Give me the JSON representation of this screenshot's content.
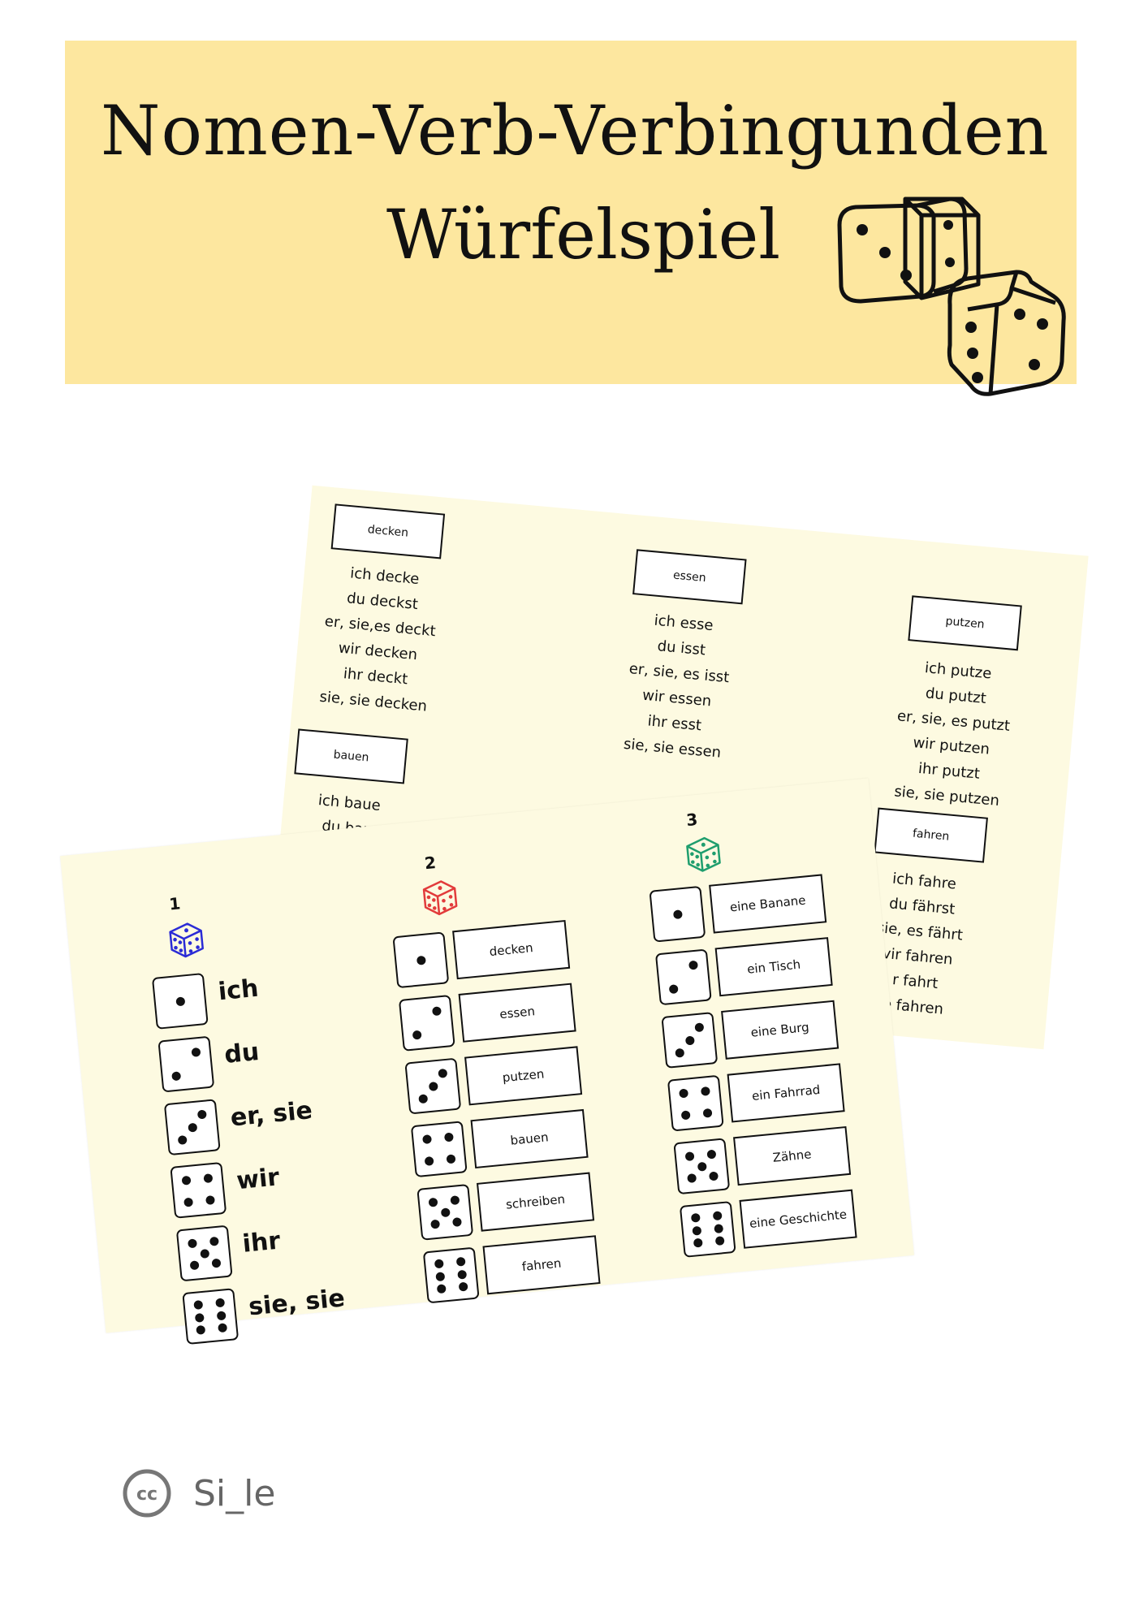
{
  "banner": {
    "title_line1": "Nomen-Verb-Verbingunden",
    "title_line2": "Würfelspiel",
    "background_color": "#fde79f",
    "icon": "two-dice-icon"
  },
  "back_sheet": {
    "verbs": [
      {
        "label": "decken",
        "forms": [
          "ich decke",
          "du deckst",
          "er, sie,es deckt",
          "wir decken",
          "ihr deckt",
          "sie, sie decken"
        ]
      },
      {
        "label": "essen",
        "forms": [
          "ich esse",
          "du isst",
          "er, sie, es isst",
          "wir essen",
          "ihr esst",
          "sie, sie essen"
        ]
      },
      {
        "label": "putzen",
        "forms": [
          "ich putze",
          "du putzt",
          "er, sie, es putzt",
          "wir putzen",
          "ihr putzt",
          "sie, sie putzen"
        ]
      },
      {
        "label": "bauen",
        "forms": [
          "ich baue",
          "du bau"
        ]
      },
      {
        "label": "fahren",
        "forms": [
          "ich fahre",
          "du fährst",
          "sie, es fährt",
          "vir fahren",
          "r fahrt",
          "e fahren"
        ]
      }
    ]
  },
  "front_sheet": {
    "columns": [
      {
        "number": "1",
        "die_color": "#2b2bd6",
        "items": [
          "ich",
          "du",
          "er, sie",
          "wir",
          "ihr",
          "sie, sie"
        ]
      },
      {
        "number": "2",
        "die_color": "#e23b3b",
        "items": [
          "decken",
          "essen",
          "putzen",
          "bauen",
          "schreiben",
          "fahren"
        ]
      },
      {
        "number": "3",
        "die_color": "#1f9e6e",
        "items": [
          "eine Banane",
          "ein Tisch",
          "eine Burg",
          "ein Fahrrad",
          "Zähne",
          "eine Geschichte"
        ]
      }
    ]
  },
  "footer": {
    "license_icon": "creative-commons-icon",
    "author": "Si_le"
  }
}
